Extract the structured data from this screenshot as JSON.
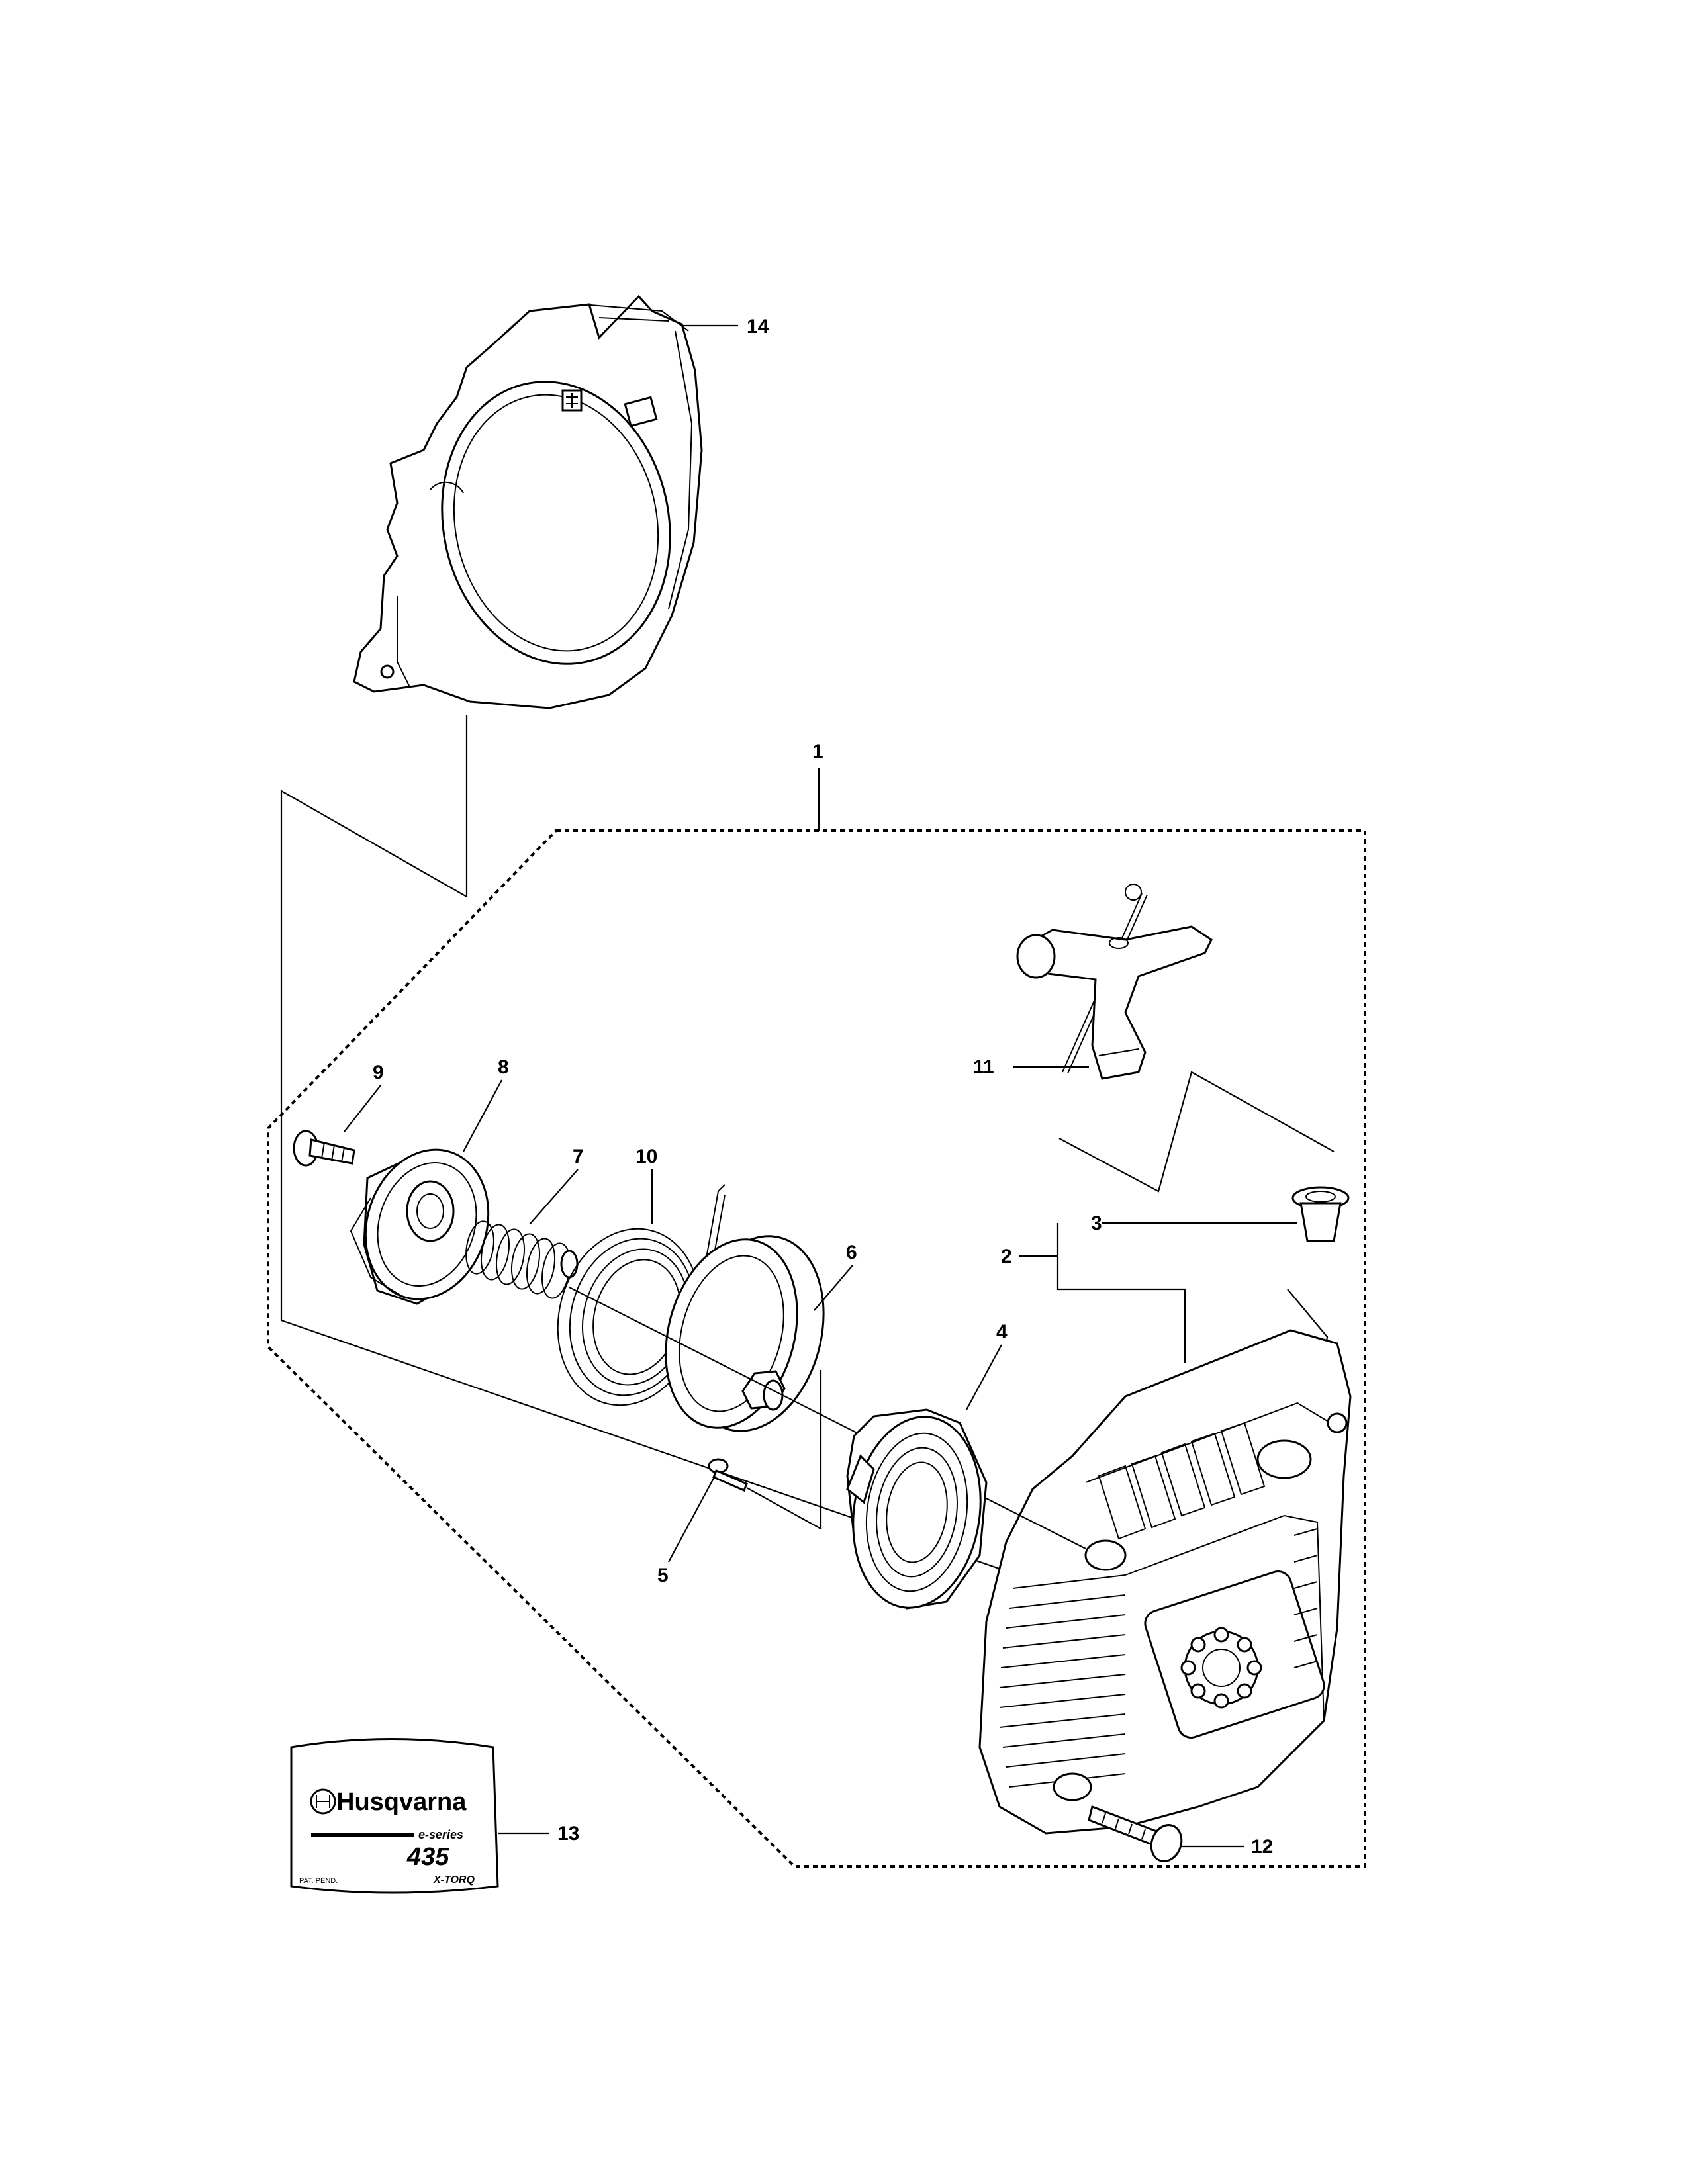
{
  "callouts": {
    "c1": "1",
    "c2": "2",
    "c3": "3",
    "c4": "4",
    "c5": "5",
    "c6": "6",
    "c7": "7",
    "c8": "8",
    "c9": "9",
    "c10": "10",
    "c11": "11",
    "c12": "12",
    "c13": "13",
    "c14": "14"
  },
  "decal": {
    "brand": "Husqvarna",
    "series": "e-series",
    "model": "435",
    "patent": "PAT. PEND.",
    "tech": "X-TORQ"
  }
}
